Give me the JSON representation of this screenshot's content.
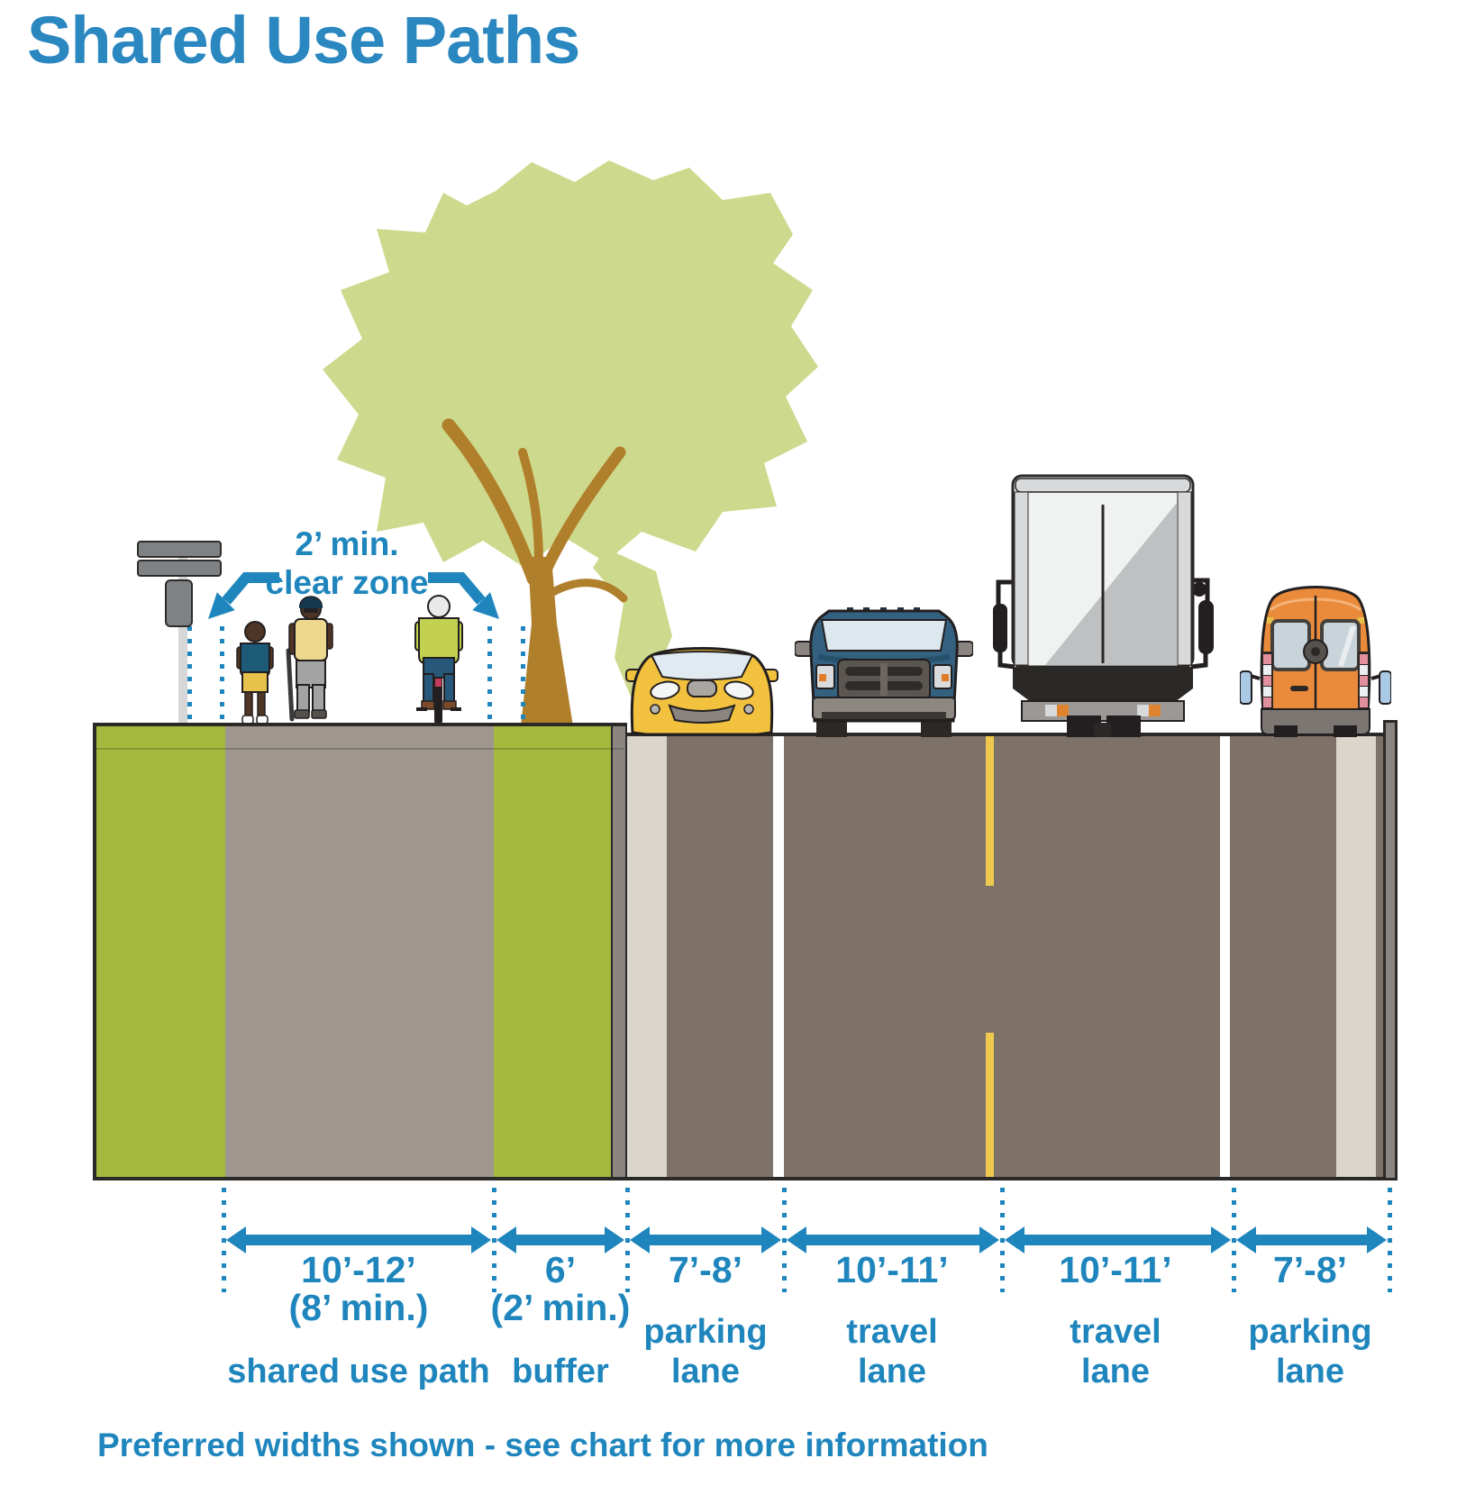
{
  "title": "Shared Use Paths",
  "clear_zone": {
    "line1": "2’ min.",
    "line2": "clear zone"
  },
  "segments": [
    {
      "label": "shared use path",
      "dimension": "10’-12’",
      "min_note": "(8’ min.)",
      "label_lines": [
        "shared use path"
      ]
    },
    {
      "label": "buffer",
      "dimension": "6’",
      "min_note": "(2’ min.)",
      "label_lines": [
        "buffer"
      ]
    },
    {
      "label": "parking lane",
      "dimension": "7’-8’",
      "label_lines": [
        "parking",
        "lane"
      ]
    },
    {
      "label": "travel lane",
      "dimension": "10’-11’",
      "label_lines": [
        "travel",
        "lane"
      ]
    },
    {
      "label": "travel lane",
      "dimension": "10’-11’",
      "label_lines": [
        "travel",
        "lane"
      ]
    },
    {
      "label": "parking lane",
      "dimension": "7’-8’",
      "label_lines": [
        "parking",
        "lane"
      ]
    }
  ],
  "footnote": "Preferred widths shown - see chart for more information",
  "colors": {
    "title_blue": "#2a87c0",
    "accent_blue": "#1f86bd",
    "grass_green": "#a5b93e",
    "path_gray": "#9e968f",
    "asphalt": "#7e7167",
    "gutter_gray": "#dad6cc",
    "lane_line_white": "#ffffff",
    "center_line_yellow": "#efc94d",
    "curb_gray": "#8a8580",
    "outline_dark": "#2b2927",
    "tree_canopy_green": "#cdd98c",
    "tree_trunk_brown": "#b07f2b",
    "car_yellow": "#f2c23e",
    "pickup_blue": "#33617f",
    "van_orange": "#e98b3b"
  },
  "illustrations": [
    "street-sign",
    "tree",
    "child-pedestrian",
    "elderly-pedestrian",
    "cyclist",
    "yellow-car",
    "blue-pickup-truck",
    "white-box-truck",
    "orange-van"
  ]
}
